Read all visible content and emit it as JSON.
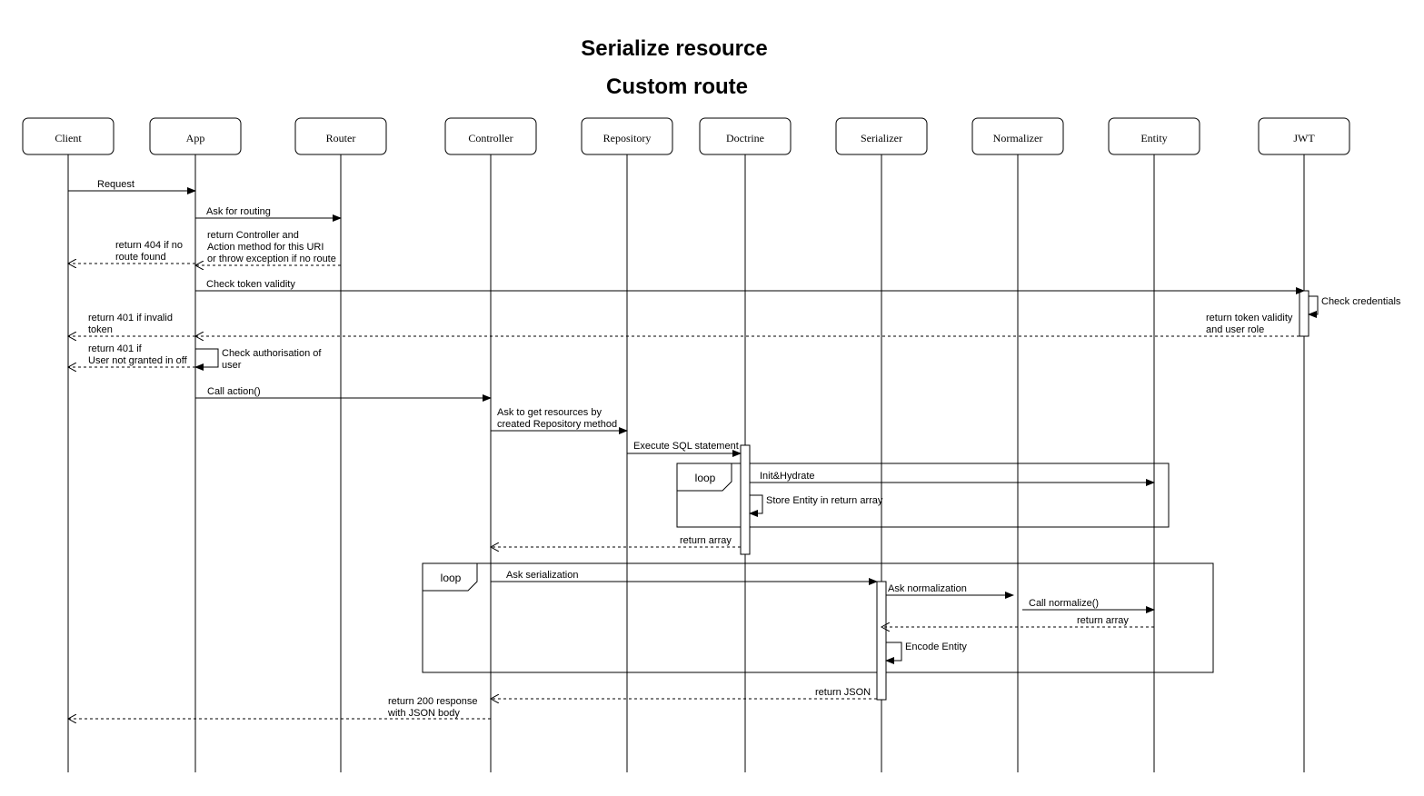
{
  "diagram": {
    "title": "Serialize resource",
    "subtitle": "Custom route",
    "participants": [
      {
        "id": "client",
        "label": "Client"
      },
      {
        "id": "app",
        "label": "App"
      },
      {
        "id": "router",
        "label": "Router"
      },
      {
        "id": "controller",
        "label": "Controller"
      },
      {
        "id": "repository",
        "label": "Repository"
      },
      {
        "id": "doctrine",
        "label": "Doctrine"
      },
      {
        "id": "serializer",
        "label": "Serializer"
      },
      {
        "id": "normalizer",
        "label": "Normalizer"
      },
      {
        "id": "entity",
        "label": "Entity"
      },
      {
        "id": "jwt",
        "label": "JWT"
      }
    ],
    "loops": [
      {
        "label": "loop"
      },
      {
        "label": "loop"
      }
    ],
    "messages": [
      {
        "from": "client",
        "to": "app",
        "kind": "sync",
        "lines": [
          "Request"
        ]
      },
      {
        "from": "app",
        "to": "router",
        "kind": "sync",
        "lines": [
          "Ask for routing"
        ]
      },
      {
        "from": "router",
        "to": "app",
        "kind": "return",
        "lines": [
          "return Controller and",
          "Action method for this URI",
          "or throw exception if no route"
        ]
      },
      {
        "from": "app",
        "to": "client",
        "kind": "return",
        "lines": [
          "return 404 if no",
          "route found"
        ]
      },
      {
        "from": "app",
        "to": "jwt",
        "kind": "sync",
        "lines": [
          "Check token validity"
        ]
      },
      {
        "from": "jwt",
        "to": "jwt",
        "kind": "self",
        "lines": [
          "Check credentials"
        ]
      },
      {
        "from": "jwt",
        "to": "app",
        "kind": "return",
        "lines": [
          "return token validity",
          "and user role"
        ]
      },
      {
        "from": "app",
        "to": "client",
        "kind": "return",
        "lines": [
          "return 401 if invalid",
          "token"
        ]
      },
      {
        "from": "app",
        "to": "app",
        "kind": "self",
        "lines": [
          "Check authorisation of",
          "user"
        ]
      },
      {
        "from": "app",
        "to": "client",
        "kind": "return",
        "lines": [
          "return 401 if",
          "User not granted in off"
        ]
      },
      {
        "from": "app",
        "to": "controller",
        "kind": "sync",
        "lines": [
          "Call action()"
        ]
      },
      {
        "from": "controller",
        "to": "repository",
        "kind": "sync",
        "lines": [
          "Ask to get resources by",
          "created Repository method"
        ]
      },
      {
        "from": "repository",
        "to": "doctrine",
        "kind": "sync",
        "lines": [
          "Execute SQL statement"
        ]
      },
      {
        "from": "doctrine",
        "to": "entity",
        "kind": "sync",
        "lines": [
          "Init&Hydrate"
        ]
      },
      {
        "from": "doctrine",
        "to": "doctrine",
        "kind": "self",
        "lines": [
          "Store Entity in return array"
        ]
      },
      {
        "from": "doctrine",
        "to": "controller",
        "kind": "return",
        "lines": [
          "return array"
        ]
      },
      {
        "from": "controller",
        "to": "serializer",
        "kind": "sync",
        "lines": [
          "Ask serialization"
        ]
      },
      {
        "from": "serializer",
        "to": "normalizer",
        "kind": "sync",
        "lines": [
          "Ask normalization"
        ]
      },
      {
        "from": "normalizer",
        "to": "entity",
        "kind": "sync",
        "lines": [
          "Call normalize()"
        ]
      },
      {
        "from": "entity",
        "to": "serializer",
        "kind": "return",
        "lines": [
          "return array"
        ]
      },
      {
        "from": "serializer",
        "to": "serializer",
        "kind": "self",
        "lines": [
          "Encode Entity"
        ]
      },
      {
        "from": "serializer",
        "to": "controller",
        "kind": "return",
        "lines": [
          "return JSON"
        ]
      },
      {
        "from": "controller",
        "to": "client",
        "kind": "return",
        "lines": [
          "return 200 response",
          "with JSON body"
        ]
      }
    ]
  }
}
